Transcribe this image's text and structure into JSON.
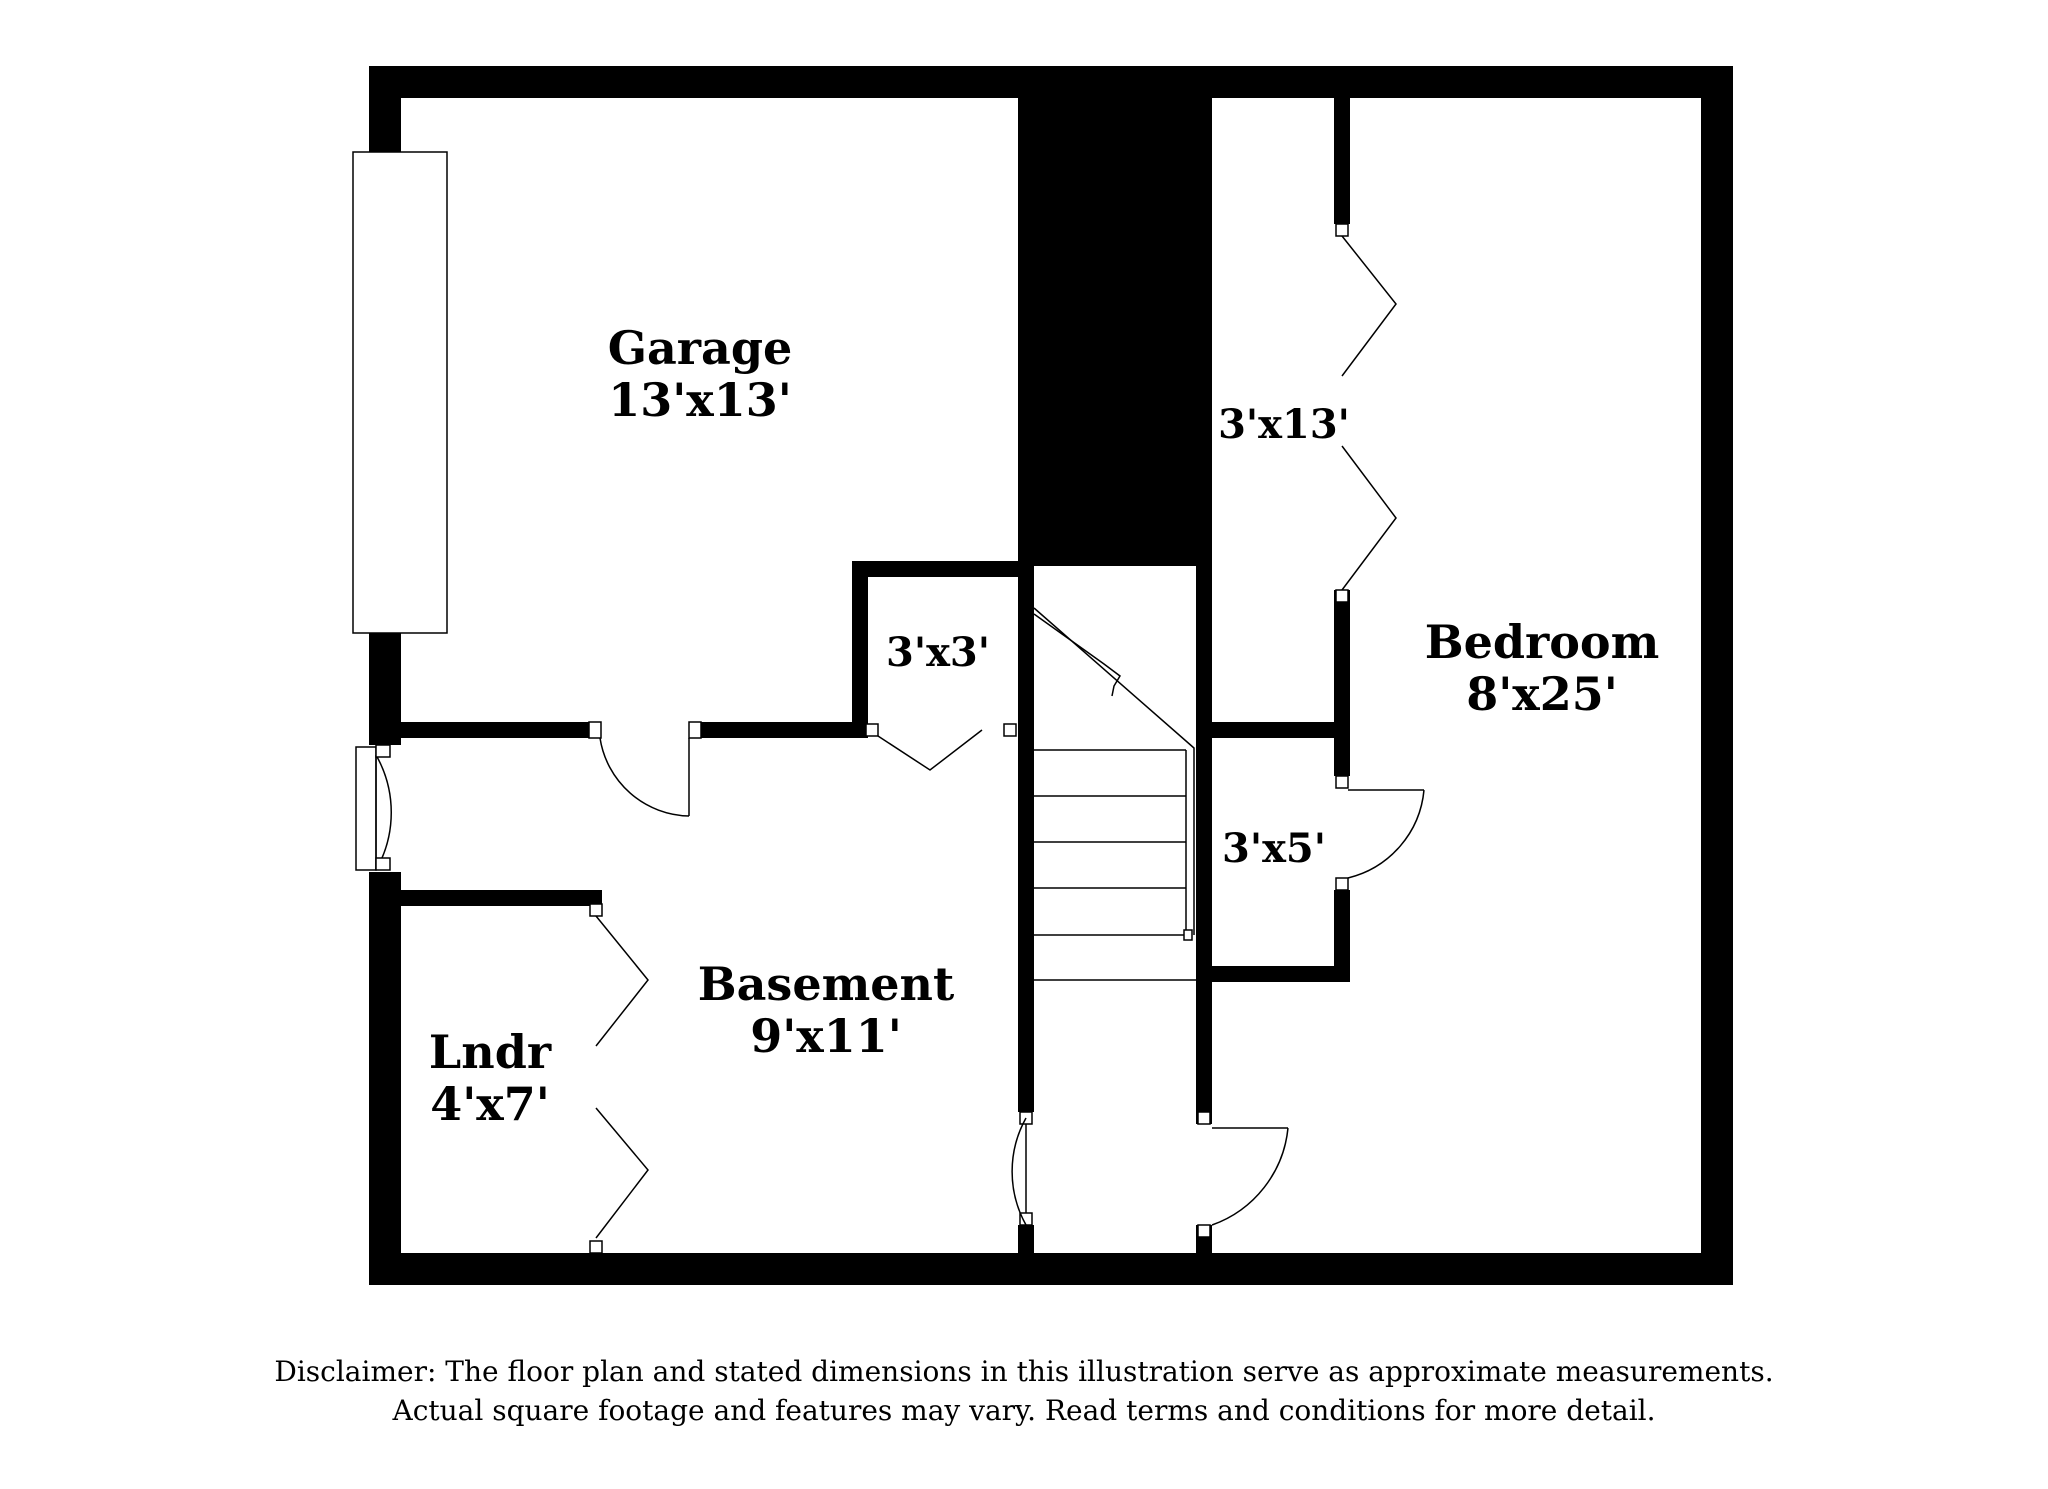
{
  "rooms": {
    "garage": {
      "name": "Garage",
      "size": "13'x13'"
    },
    "bedroom": {
      "name": "Bedroom",
      "size": "8'x25'"
    },
    "basement": {
      "name": "Basement",
      "size": "9'x11'"
    },
    "laundry": {
      "name": "Lndr",
      "size": "4'x7'"
    },
    "closet_garage": {
      "size": "3'x3'"
    },
    "closet_bedroom_upper": {
      "size": "3'x13'"
    },
    "closet_bedroom_lower": {
      "size": "3'x5'"
    }
  },
  "disclaimer": {
    "line1": "Disclaimer: The floor plan and stated dimensions in this illustration serve as approximate measurements.",
    "line2": "Actual square footage and features may vary. Read terms and conditions for more detail."
  },
  "colors": {
    "wall": "#000000",
    "background": "#ffffff"
  }
}
